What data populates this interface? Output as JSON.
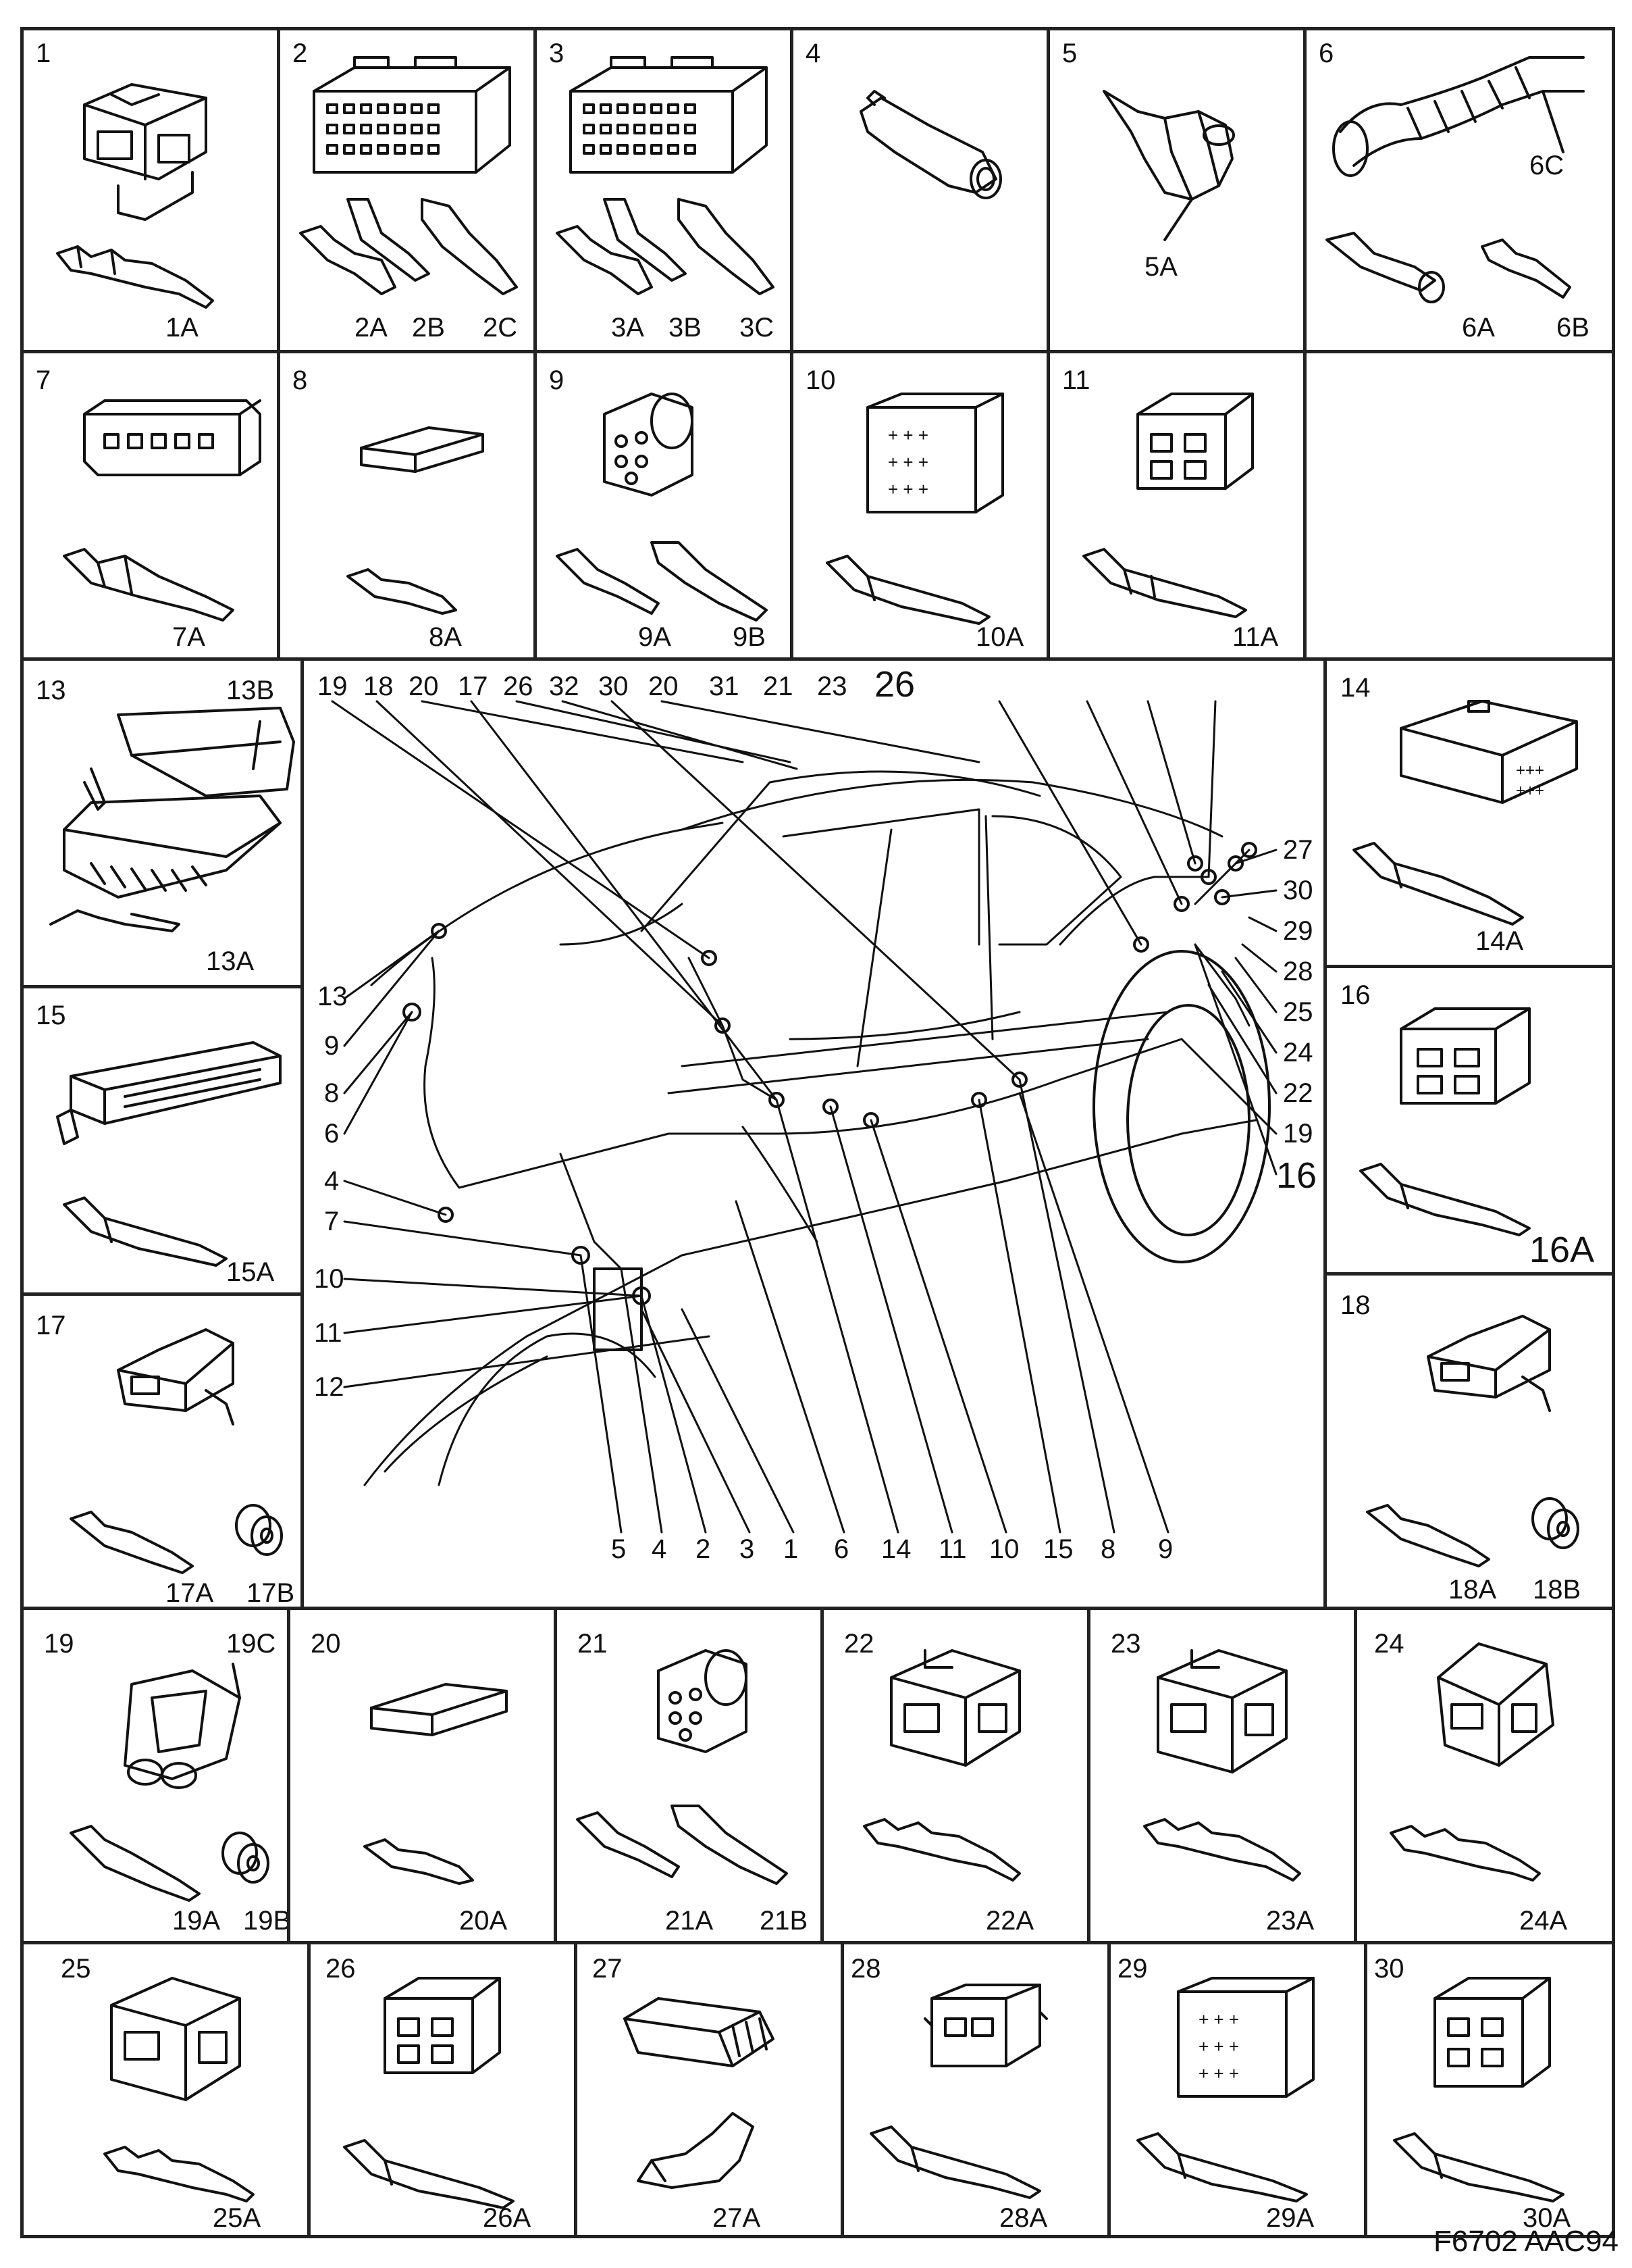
{
  "drawing_code": "F6702 AAC94",
  "cells": [
    {
      "id": "1",
      "labels": [
        "1A"
      ]
    },
    {
      "id": "2",
      "labels": [
        "2A",
        "2B",
        "2C"
      ]
    },
    {
      "id": "3",
      "labels": [
        "3A",
        "3B",
        "3C"
      ]
    },
    {
      "id": "4",
      "labels": []
    },
    {
      "id": "5",
      "labels": [
        "5A"
      ]
    },
    {
      "id": "6",
      "labels": [
        "6C",
        "6A",
        "6B"
      ]
    },
    {
      "id": "7",
      "labels": [
        "7A"
      ]
    },
    {
      "id": "8",
      "labels": [
        "8A"
      ]
    },
    {
      "id": "9",
      "labels": [
        "9A",
        "9B"
      ]
    },
    {
      "id": "10",
      "labels": [
        "10A"
      ]
    },
    {
      "id": "11",
      "labels": [
        "11A"
      ]
    },
    {
      "id": "13",
      "labels": [
        "13B",
        "13A"
      ]
    },
    {
      "id": "14",
      "labels": [
        "14A"
      ]
    },
    {
      "id": "15",
      "labels": [
        "15A"
      ]
    },
    {
      "id": "16",
      "labels": [
        "16A"
      ]
    },
    {
      "id": "17",
      "labels": [
        "17A",
        "17B"
      ]
    },
    {
      "id": "18",
      "labels": [
        "18A",
        "18B"
      ]
    },
    {
      "id": "19",
      "labels": [
        "19C",
        "19A",
        "19B"
      ]
    },
    {
      "id": "20",
      "labels": [
        "20A"
      ]
    },
    {
      "id": "21",
      "labels": [
        "21A",
        "21B"
      ]
    },
    {
      "id": "22",
      "labels": [
        "22A"
      ]
    },
    {
      "id": "23",
      "labels": [
        "23A"
      ]
    },
    {
      "id": "24",
      "labels": [
        "24A"
      ]
    },
    {
      "id": "25",
      "labels": [
        "25A"
      ]
    },
    {
      "id": "26",
      "labels": [
        "26A"
      ]
    },
    {
      "id": "27",
      "labels": [
        "27A"
      ]
    },
    {
      "id": "28",
      "labels": [
        "28A"
      ]
    },
    {
      "id": "29",
      "labels": [
        "29A"
      ]
    },
    {
      "id": "30",
      "labels": [
        "30A"
      ]
    }
  ],
  "vehicle_callouts": {
    "top": [
      "19",
      "18",
      "20",
      "17",
      "26",
      "32",
      "30",
      "20",
      "31",
      "21",
      "23",
      "26"
    ],
    "left": [
      "13",
      "9",
      "8",
      "6",
      "4",
      "7",
      "10",
      "11",
      "12"
    ],
    "right": [
      "27",
      "30",
      "29",
      "28",
      "25",
      "24",
      "22",
      "19",
      "16"
    ],
    "bottom": [
      "5",
      "4",
      "2",
      "3",
      "1",
      "6",
      "14",
      "11",
      "10",
      "15",
      "8",
      "9"
    ]
  }
}
